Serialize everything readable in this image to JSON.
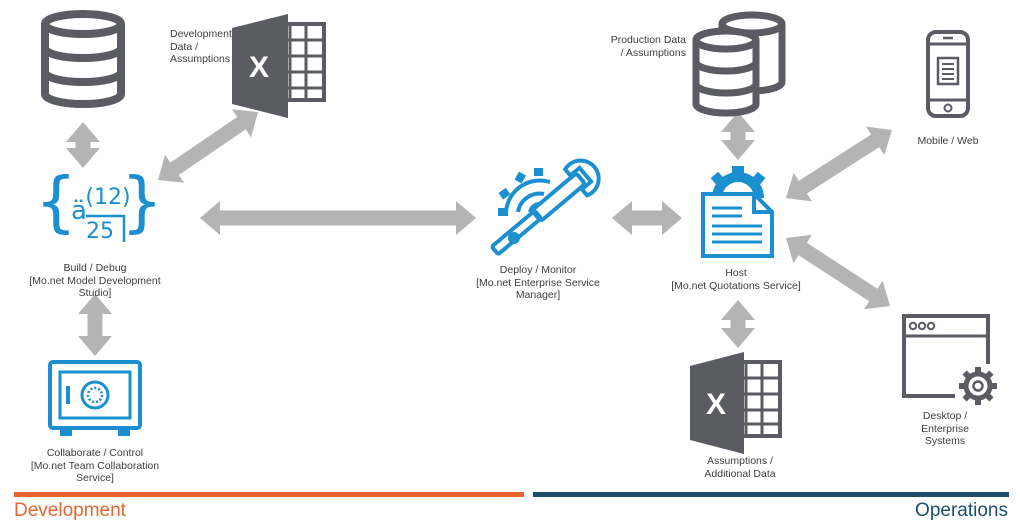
{
  "colors": {
    "arrow": "#b4b4b4",
    "icon_dark": "#5b5b63",
    "icon_blue": "#1b8fcf",
    "development": "#e8662d",
    "operations": "#1d4e6b",
    "text": "#3d3d3d"
  },
  "nodes": {
    "dev_data": {
      "icon": "database-icon",
      "excel_icon": "excel-icon",
      "label": [
        "Development",
        "Data /",
        "Assumptions"
      ]
    },
    "build": {
      "icon": "formula-icon",
      "formula": {
        "symbol": "ä",
        "top": "(12)",
        "bottom": "25"
      },
      "label": [
        "Build / Debug",
        "[Mo.net Model Development",
        "Studio]"
      ]
    },
    "collaborate": {
      "icon": "vault-icon",
      "label": [
        "Collaborate / Control",
        "[Mo.net Team Collaboration",
        "Service]"
      ]
    },
    "deploy": {
      "icon": "gear-wrench-icon",
      "label": [
        "Deploy / Monitor",
        "[Mo.net Enterprise Service",
        "Manager]"
      ]
    },
    "prod_data": {
      "icon": "database-icon",
      "label": [
        "Production Data",
        "/ Assumptions"
      ]
    },
    "host": {
      "icon": "document-gear-icon",
      "label": [
        "Host",
        "[Mo.net Quotations Service]"
      ]
    },
    "assumptions": {
      "icon": "excel-icon",
      "label": [
        "Assumptions /",
        "Additional Data"
      ]
    },
    "mobile": {
      "icon": "mobile-phone-icon",
      "label": [
        "Mobile / Web"
      ]
    },
    "desktop": {
      "icon": "desktop-window-gear-icon",
      "label": [
        "Desktop /",
        "Enterprise",
        "Systems"
      ]
    }
  },
  "sections": {
    "development": "Development",
    "operations": "Operations"
  }
}
